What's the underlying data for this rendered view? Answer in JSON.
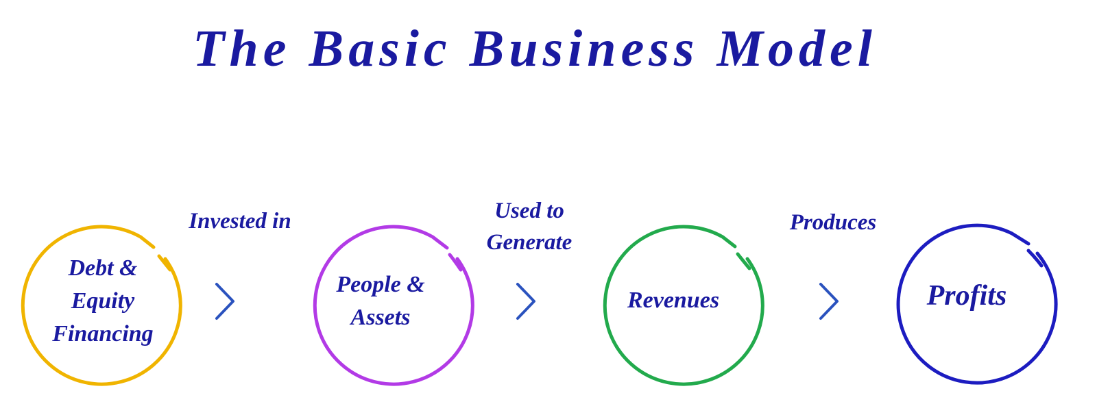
{
  "title": "The Basic Business Model",
  "nodes": [
    {
      "lines": [
        "Debt &",
        "Equity",
        "Financing"
      ],
      "color": "#f0b400"
    },
    {
      "lines": [
        "People &",
        "Assets"
      ],
      "color": "#b23ae6"
    },
    {
      "lines": [
        "Revenues"
      ],
      "color": "#22aa4c"
    },
    {
      "lines": [
        "Profits"
      ],
      "color": "#1c1cc0"
    }
  ],
  "edges": [
    {
      "lines": [
        "Invested in"
      ]
    },
    {
      "lines": [
        "Used to",
        "Generate"
      ]
    },
    {
      "lines": [
        "Produces"
      ]
    }
  ],
  "colors": {
    "text": "#1a1aa0",
    "chevron": "#2a52be"
  }
}
